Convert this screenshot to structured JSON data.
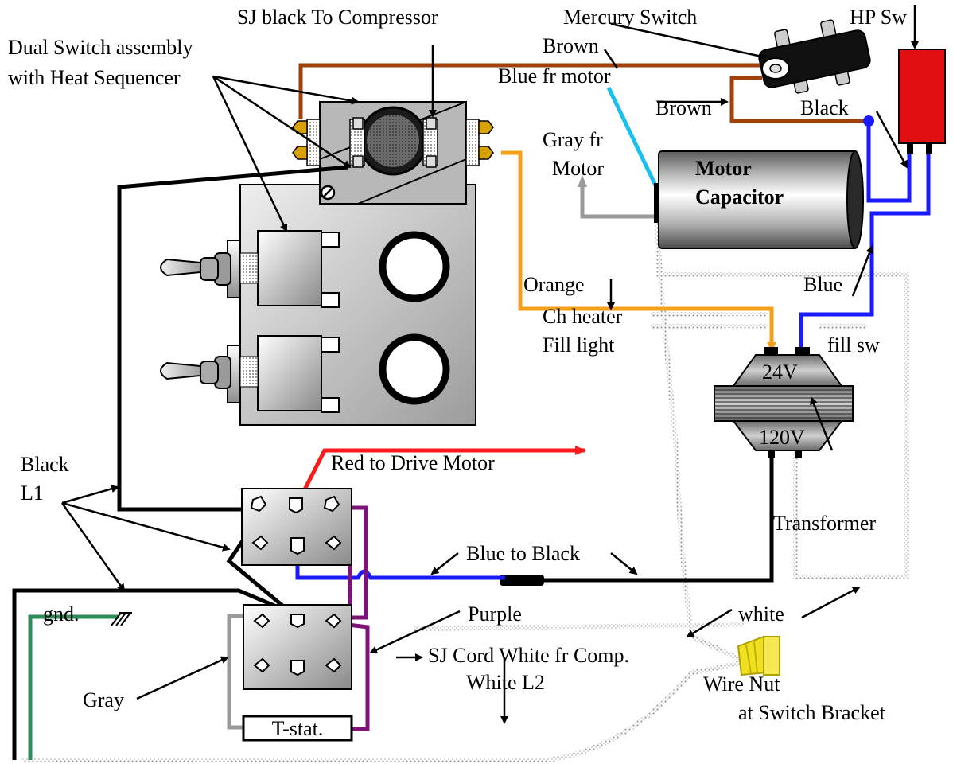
{
  "labels": {
    "sj_black": "SJ black To Compressor",
    "dual_switch_1": "Dual Switch assembly",
    "dual_switch_2": "with Heat Sequencer",
    "mercury_switch": "Mercury Switch",
    "brown_top": "Brown",
    "hp_sw": "HP Sw",
    "blue_fr_motor": "Blue fr motor",
    "brown_mid": "Brown",
    "black_right": "Black",
    "gray_fr_1": "Gray fr",
    "gray_fr_2": "Motor",
    "motor_capacitor_1": "Motor",
    "motor_capacitor_2": "Capacitor",
    "orange": "Orange",
    "ch_heater": "Ch heater",
    "fill_light": "Fill light",
    "blue_right": "Blue",
    "fill_sw": "fill  sw",
    "v24": "24V",
    "v120": "120V",
    "black_l1_1": "Black",
    "black_l1_2": "L1",
    "red_drive": "Red to  Drive  Motor",
    "transformer": "Transformer",
    "blue_to_black": "Blue to Black",
    "gnd": "gnd.",
    "purple": "Purple",
    "white": "white",
    "sj_cord_white": "SJ Cord White fr Comp.",
    "white_l2": "White L2",
    "gray": "Gray",
    "wire_nut": "Wire Nut",
    "at_switch_bracket": "at Switch Bracket",
    "tstat": "T-stat."
  },
  "colors": {
    "brown": "#a0400a",
    "black": "#000000",
    "blue": "#1a1aff",
    "light_blue": "#18c0f0",
    "orange": "#f5a01a",
    "gray": "#9a9a9a",
    "red": "#ff1a1a",
    "purple": "#80107a",
    "green": "#2e8b5a",
    "yellow": "#f0e020",
    "hp_red": "#e01010"
  }
}
